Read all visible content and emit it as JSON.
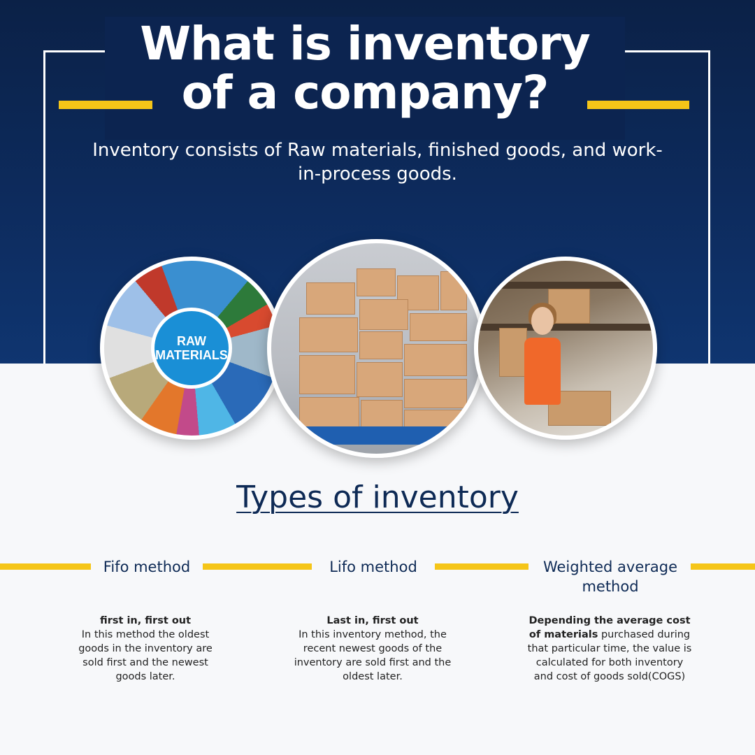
{
  "header": {
    "title": "What is inventory\nof a company?",
    "subtitle": "Inventory consists of Raw materials, finished goods, and work-in-process goods."
  },
  "images": {
    "raw_badge": "RAW\nMATERIALS"
  },
  "section": {
    "title": "Types of inventory"
  },
  "methods": [
    {
      "name": "Fifo method",
      "lead": "first in, first out",
      "text": "In this method the oldest goods in the inventory are sold first and the newest goods later."
    },
    {
      "name": "Lifo method",
      "lead": "Last in, first out",
      "text": "In this inventory method, the recent newest goods of the inventory are sold first and the oldest later."
    },
    {
      "name": "Weighted average method",
      "lead": "Depending the average cost of materials",
      "text": " purchased during that particular time, the value is calculated for both inventory and cost of goods sold(COGS)"
    }
  ],
  "colors": {
    "navy": "#0c2450",
    "accent_yellow": "#f5c518",
    "heading_blue": "#0e2a55",
    "badge_blue": "#1a8fd6"
  }
}
